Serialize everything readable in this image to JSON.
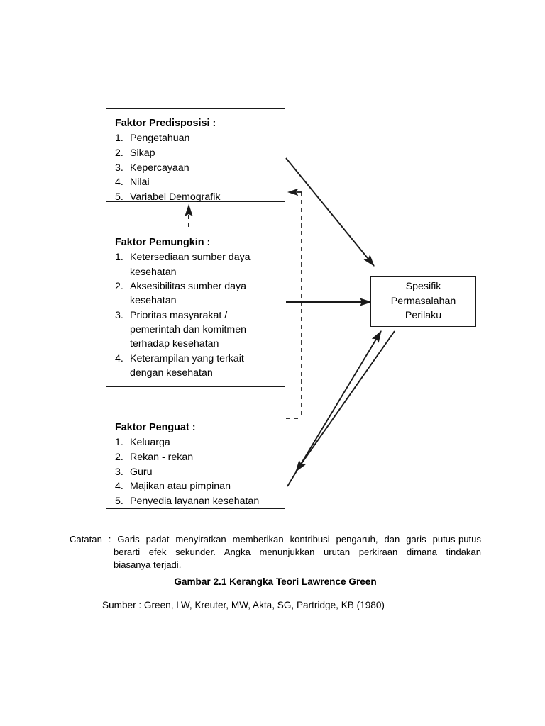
{
  "diagram": {
    "nodes": [
      {
        "id": "predisposisi",
        "title": "Faktor Predisposisi :",
        "items": [
          {
            "num": "1.",
            "text": "Pengetahuan"
          },
          {
            "num": "2.",
            "text": "Sikap"
          },
          {
            "num": "3.",
            "text": "Kepercayaan"
          },
          {
            "num": "4.",
            "text": "Nilai"
          },
          {
            "num": "5.",
            "text": "Variabel Demografik"
          }
        ]
      },
      {
        "id": "pemungkin",
        "title": "Faktor Pemungkin :",
        "items": [
          {
            "num": "1.",
            "text": "Ketersediaan sumber daya kesehatan"
          },
          {
            "num": "2.",
            "text": "Aksesibilitas sumber daya kesehatan"
          },
          {
            "num": "3.",
            "text": "Prioritas masyarakat / pemerintah dan komitmen terhadap kesehatan"
          },
          {
            "num": "4.",
            "text": "Keterampilan yang terkait dengan kesehatan"
          }
        ]
      },
      {
        "id": "penguat",
        "title": "Faktor Penguat :",
        "items": [
          {
            "num": "1.",
            "text": "Keluarga"
          },
          {
            "num": "2.",
            "text": "Rekan - rekan"
          },
          {
            "num": "3.",
            "text": "Guru"
          },
          {
            "num": "4.",
            "text": "Majikan atau pimpinan"
          },
          {
            "num": "5.",
            "text": "Penyedia layanan kesehatan"
          }
        ]
      }
    ],
    "outcome": {
      "line1": "Spesifik",
      "line2": "Permasalahan",
      "line3": "Perilaku"
    },
    "edges": [
      {
        "id": "predisposisi-to-outcome",
        "style": "solid",
        "from": "predisposisi",
        "to": "outcome"
      },
      {
        "id": "feedback-to-predisposisi",
        "style": "dashed",
        "from": "penguat",
        "to": "predisposisi"
      },
      {
        "id": "pemungkin-to-predisposisi",
        "style": "dashed",
        "from": "pemungkin",
        "to": "predisposisi"
      },
      {
        "id": "pemungkin-to-outcome",
        "style": "solid",
        "from": "pemungkin",
        "to": "outcome"
      },
      {
        "id": "penguat-to-outcome",
        "style": "solid",
        "from": "penguat",
        "to": "outcome"
      },
      {
        "id": "outcome-to-penguat",
        "style": "solid",
        "from": "outcome",
        "to": "penguat"
      }
    ]
  },
  "caption": {
    "note_label": "Catatan : ",
    "note_line1": "Garis padat menyiratkan memberikan kontribusi pengaruh, dan garis putus-putus",
    "note_line2": "berarti efek sekunder. Angka menunjukkan urutan perkiraan dimana tindakan",
    "note_line3": "biasanya terjadi.",
    "figure_title": "Gambar 2.1 Kerangka Teori Lawrence Green",
    "source": "Sumber : Green, LW, Kreuter, MW, Akta, SG, Partridge, KB (1980)"
  },
  "colors": {
    "ink": "#1a1a1a",
    "page": "#ffffff"
  }
}
